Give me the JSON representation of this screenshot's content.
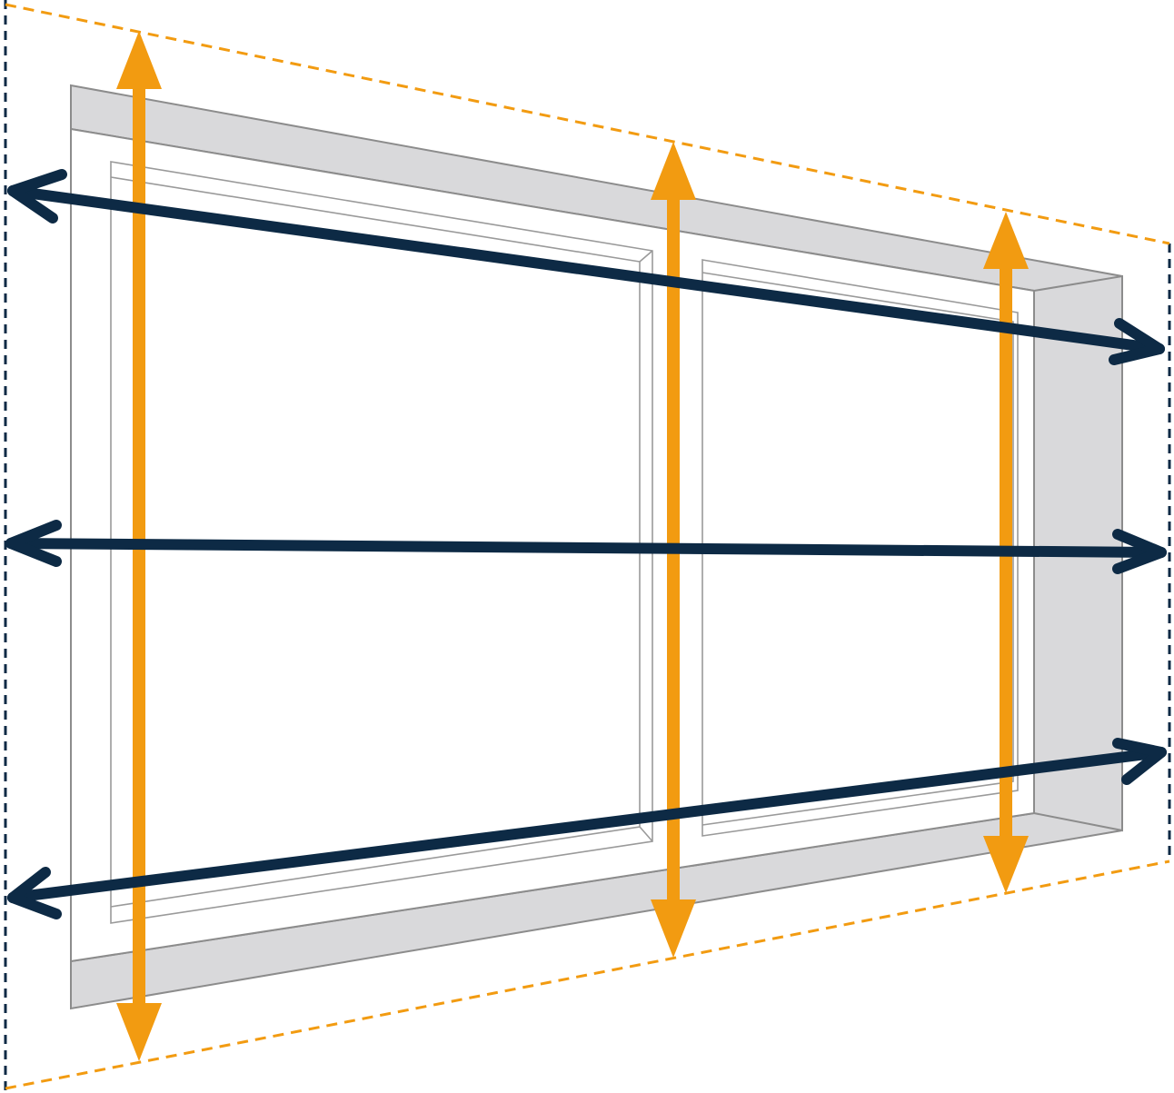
{
  "diagram": {
    "subject": "window-measurement",
    "colors": {
      "frame_fill": "#d9d9db",
      "frame_stroke": "#8c8c8c",
      "sash_stroke": "#9a9a9a",
      "glass": "#ffffff",
      "height_arrow": "#f29b11",
      "width_arrow": "#0d2a45",
      "height_guide": "#f29b11",
      "width_guide": "#0d2a45"
    },
    "height_measurements": [
      {
        "name": "left-height"
      },
      {
        "name": "center-height"
      },
      {
        "name": "right-height"
      }
    ],
    "width_measurements": [
      {
        "name": "top-width"
      },
      {
        "name": "middle-width"
      },
      {
        "name": "bottom-width"
      }
    ]
  }
}
